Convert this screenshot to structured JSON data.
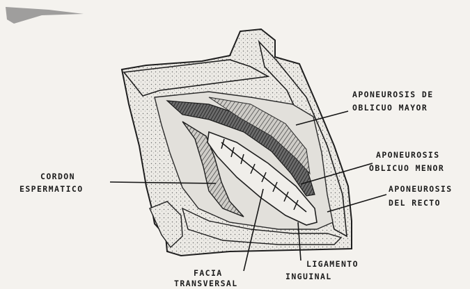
{
  "labels": {
    "aponeurosis_oblicuo_mayor": [
      "APONEUROSIS DE",
      "OBLICUO MAYOR"
    ],
    "aponeurosis_oblicuo_menor": [
      "APONEUROSIS",
      "OBLICUO MENOR"
    ],
    "aponeurosis_recto": [
      "APONEUROSIS",
      "DEL RECTO"
    ],
    "cordon_espermatico": [
      "CORDON",
      "ESPERMATICO"
    ],
    "fascia_transversal": [
      "FACIA",
      "TRANSVERSAL"
    ],
    "ligamento_inguinal": [
      "LIGAMENTO",
      "INGUINAL"
    ]
  },
  "colors": {
    "paper": "#f4f2ee",
    "ink": "#151515",
    "shade": "#3a3a3a"
  }
}
